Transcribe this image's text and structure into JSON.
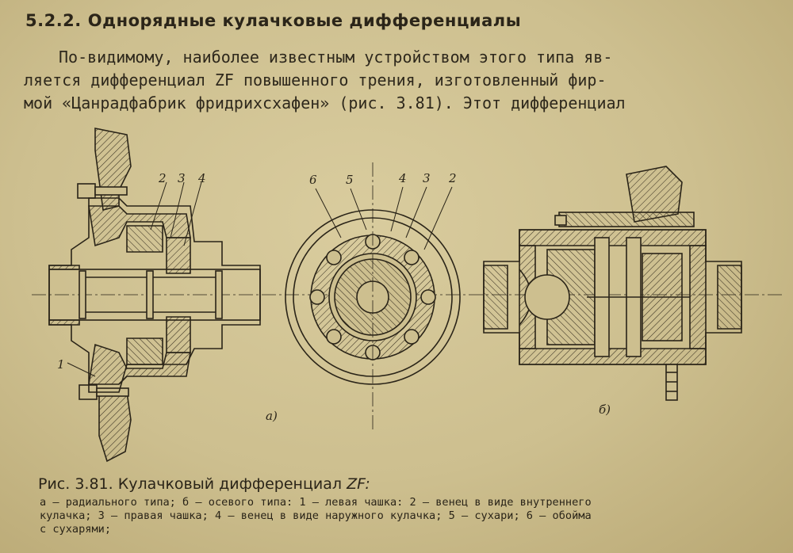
{
  "heading": {
    "number": "5.2.2.",
    "title": "Однорядные кулачковые дифференциалы"
  },
  "paragraph": {
    "lines": [
      "По-видимому, наиболее известным устройством этого типа яв-",
      "ляется дифференциал ZF повышенного трения, изготовленный фир-",
      "мой «Цанрадфабрик фридрихсхафен» (рис. 3.81). Этот дифференциал"
    ]
  },
  "figure": {
    "left_callouts": [
      "2",
      "3",
      "4"
    ],
    "left_callout_1": "1",
    "middle_callouts": [
      "6",
      "5",
      "4",
      "3",
      "2"
    ],
    "label_a": "а)",
    "label_b": "б)"
  },
  "caption": {
    "title_prefix": "Рис.  3.81. Кулачковый дифференциал",
    "title_suffix": "ZF:",
    "lines": [
      "а — радиального типа; б — осевого типа: 1 — левая чашка: 2 — венец в виде внутреннего",
      "кулачка; 3 — правая чашка; 4 — венец в виде наружного кулачка; 5 — сухари; 6 — обойма",
      "с сухарями;"
    ]
  }
}
